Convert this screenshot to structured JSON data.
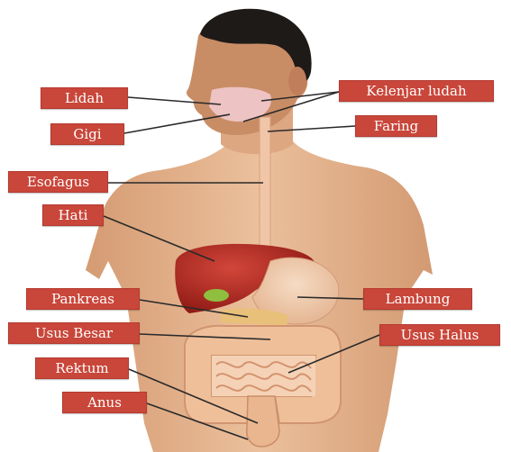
{
  "labels": {
    "lidah": "Lidah",
    "gigi": "Gigi",
    "kelenjar_ludah": "Kelenjar ludah",
    "faring": "Faring",
    "esofagus": "Esofagus",
    "hati": "Hati",
    "pankreas": "Pankreas",
    "lambung": "Lambung",
    "usus_besar": "Usus Besar",
    "usus_halus": "Usus Halus",
    "rektum": "Rektum",
    "anus": "Anus"
  },
  "colors": {
    "label_bg": "#c9463a",
    "label_text": "#ffffff",
    "leader_line": "#2a2a2a",
    "skin": "#e7b891",
    "liver": "#b3271f",
    "intestine": "#f0c2a0"
  }
}
